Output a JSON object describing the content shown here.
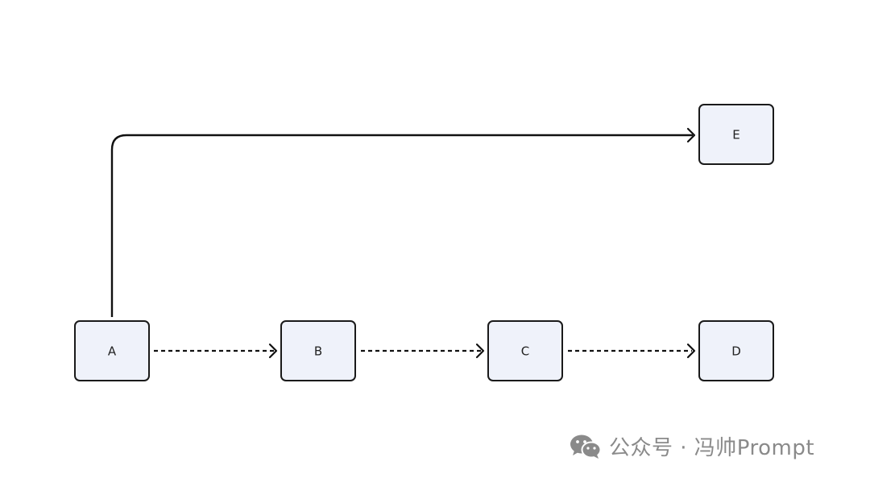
{
  "nodes": {
    "a": {
      "label": "A"
    },
    "b": {
      "label": "B"
    },
    "c": {
      "label": "C"
    },
    "d": {
      "label": "D"
    },
    "e": {
      "label": "E"
    }
  },
  "edges": [
    {
      "from": "A",
      "to": "E",
      "style": "solid"
    },
    {
      "from": "A",
      "to": "B",
      "style": "dashed"
    },
    {
      "from": "B",
      "to": "C",
      "style": "dashed"
    },
    {
      "from": "C",
      "to": "D",
      "style": "dashed"
    }
  ],
  "watermark": {
    "text": "公众号 · 冯帅Prompt",
    "icon": "wechat-icon"
  },
  "colors": {
    "node_fill": "#eff2fa",
    "node_stroke": "#1a1a1a",
    "edge": "#111111",
    "watermark": "#8a8a8a"
  }
}
